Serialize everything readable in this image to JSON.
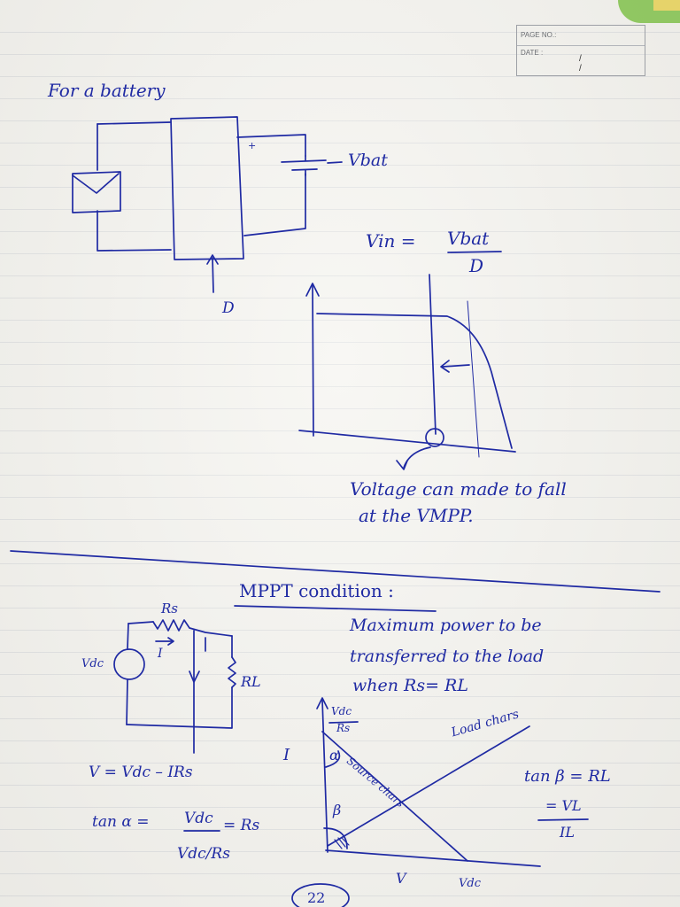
{
  "header": {
    "page_no_label": "PAGE NO.:",
    "date_label": "DATE :",
    "date_value": "/ /"
  },
  "top": {
    "heading": "For a battery",
    "vbat_label": "Vbat",
    "plus_sign": "+",
    "d_label": "D",
    "formula_left": "Vin =",
    "formula_num": "Vbat",
    "formula_den": "D",
    "note_line1": "Voltage can made to fall",
    "note_line2": "at the VMPP."
  },
  "bottom": {
    "title": "MPPT condition :",
    "desc_line1": "Maximum power to be",
    "desc_line2": "transferred to the load",
    "desc_line3": "when  Rs= RL",
    "rs_label": "Rs",
    "i_label": "I",
    "vdc_label": "Vdc",
    "rl_label": "RL",
    "eq1": "V = Vdc – IRs",
    "eq2_left": "tan α =",
    "eq2_num": "Vdc",
    "eq2_right": "= Rs",
    "eq2_den": "Vdc/Rs",
    "graph_ylabel": "I",
    "graph_top_num": "Vdc",
    "graph_top_den": "Rs",
    "alpha": "α",
    "beta": "β",
    "source_char": "Source chars",
    "load_char": "Load chars",
    "v_axis": "V",
    "vdc_axis": "Vdc",
    "tan_beta": "tan β = RL",
    "tan_beta_num": "= VL",
    "tan_beta_den": "IL",
    "page_number": "22"
  }
}
